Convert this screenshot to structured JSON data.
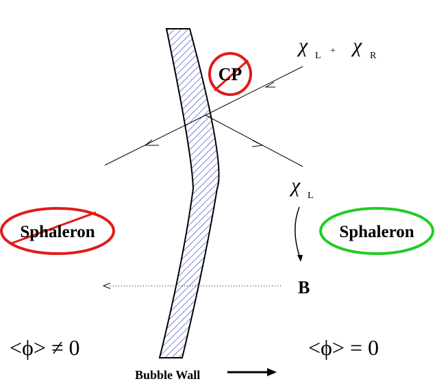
{
  "labels": {
    "chi_l": "χ",
    "chi_l_sub": "L",
    "plus": "+",
    "chi_r": "χ",
    "chi_r_sub": "R",
    "cp": "CP",
    "chi_l_lower": "χ",
    "chi_l_lower_sub": "L",
    "sphaleron_left": "Sphaleron",
    "sphaleron_right": "Sphaleron",
    "b_label": "B",
    "phi_broken": "<ϕ> ≠ 0",
    "phi_symmetric": "<ϕ> = 0",
    "bubble_wall": "Bubble Wall"
  },
  "colors": {
    "forbidden_red": "#e01b1b",
    "allowed_green": "#22cc22",
    "wall_hatch": "#2233bb",
    "line": "#000000"
  },
  "states": {
    "cp_violation": "crossed-out",
    "sphaleron_left": "crossed-out",
    "sphaleron_right": "active"
  }
}
